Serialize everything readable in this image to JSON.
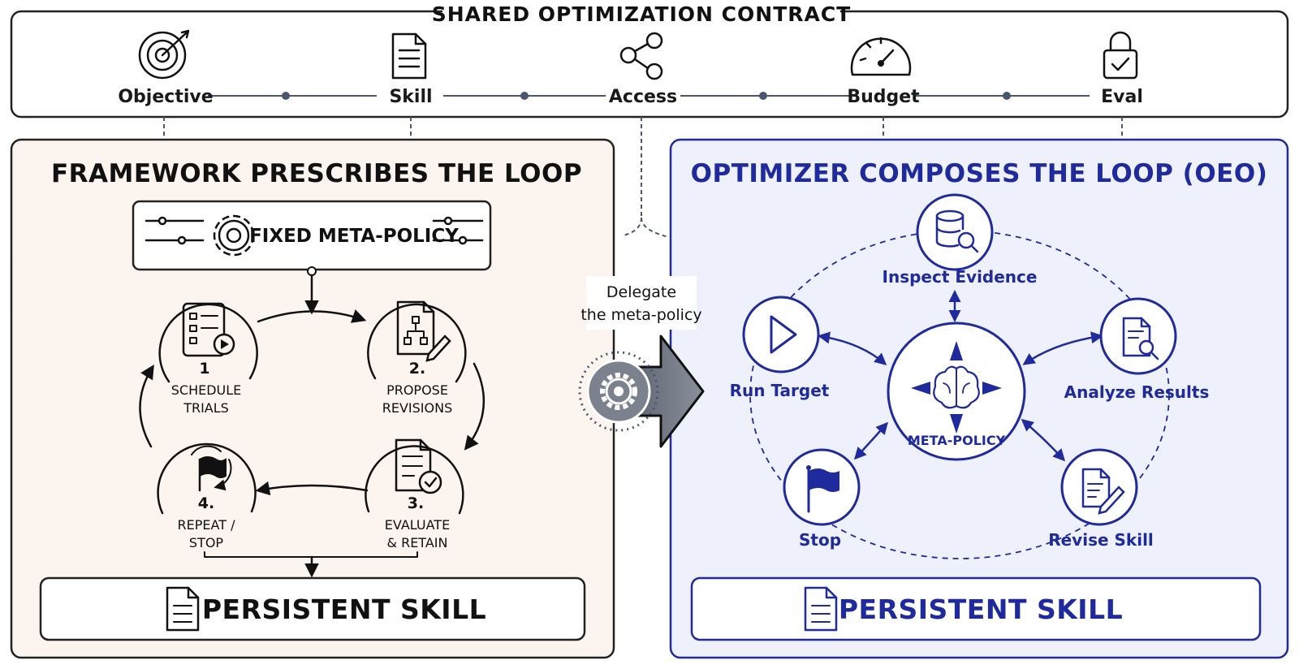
{
  "contract": {
    "title": "SHARED OPTIMIZATION CONTRACT",
    "items": [
      {
        "label": "Objective",
        "icon": "target-icon"
      },
      {
        "label": "Skill",
        "icon": "document-icon"
      },
      {
        "label": "Access",
        "icon": "share-icon"
      },
      {
        "label": "Budget",
        "icon": "gauge-icon"
      },
      {
        "label": "Eval",
        "icon": "lock-check-icon"
      }
    ]
  },
  "left_panel": {
    "title": "FRAMEWORK PRESCRIBES THE LOOP",
    "policy_label": "FIXED META-POLICY",
    "steps": [
      {
        "number": "1",
        "line1": "SCHEDULE",
        "line2": "TRIALS",
        "icon": "schedule-list-icon"
      },
      {
        "number": "2.",
        "line1": "PROPOSE",
        "line2": "REVISIONS",
        "icon": "proposal-diagram-icon"
      },
      {
        "number": "3.",
        "line1": "EVALUATE",
        "line2": "& RETAIN",
        "icon": "evaluate-check-icon"
      },
      {
        "number": "4.",
        "line1": "REPEAT /",
        "line2": "STOP",
        "icon": "flag-repeat-icon"
      }
    ],
    "skill_label": "PERSISTENT SKILL"
  },
  "delegate": {
    "line1": "Delegate",
    "line2": "the meta-policy"
  },
  "right_panel": {
    "title": "OPTIMIZER COMPOSES THE LOOP (OEO)",
    "center_label": "META-POLICY",
    "nodes": [
      {
        "label": "Inspect Evidence",
        "icon": "database-search-icon"
      },
      {
        "label": "Run Target",
        "icon": "play-icon"
      },
      {
        "label": "Analyze Results",
        "icon": "document-search-icon"
      },
      {
        "label": "Stop",
        "icon": "flag-icon"
      },
      {
        "label": "Revise Skill",
        "icon": "document-edit-icon"
      }
    ],
    "skill_label": "PERSISTENT SKILL"
  },
  "colors": {
    "ink": "#111111",
    "accent_blue": "#1f2a9c",
    "left_bg": "#fbf4ef",
    "right_bg": "#eef0fb",
    "connector": "#4a5670"
  }
}
